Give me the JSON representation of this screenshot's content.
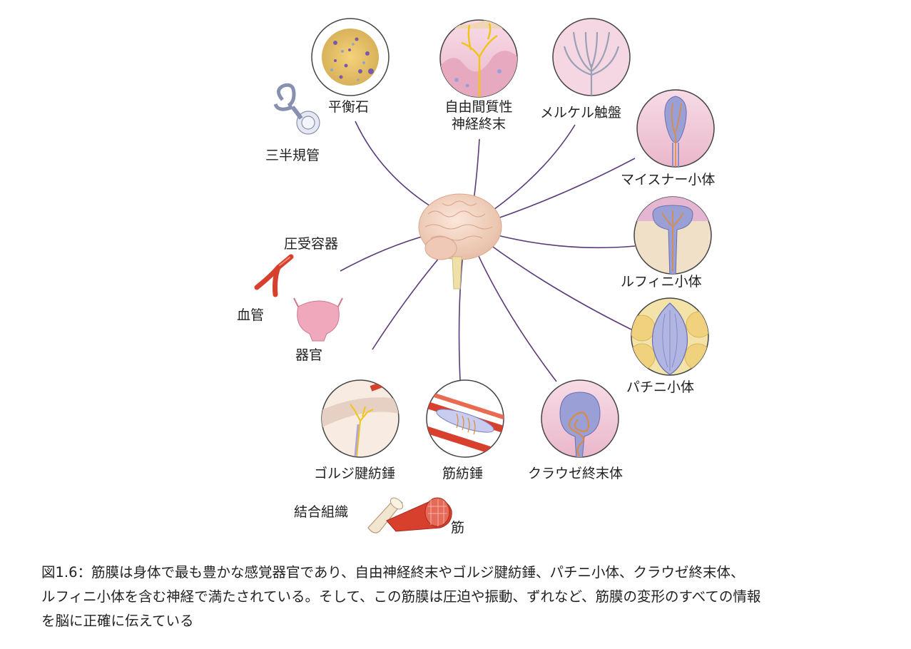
{
  "labels": {
    "otolith": "平衡石",
    "free_nerve_1": "自由間質性",
    "free_nerve_2": "神経終末",
    "merkel": "メルケル触盤",
    "semicircular": "三半規管",
    "meissner": "マイスナー小体",
    "baroreceptor": "圧受容器",
    "vessel": "血管",
    "organ": "器官",
    "ruffini": "ルフィニ小体",
    "pacini": "パチニ小体",
    "golgi": "ゴルジ腱紡錘",
    "spindle": "筋紡錘",
    "krause": "クラウゼ終末体",
    "connective": "結合組織",
    "muscle": "筋"
  },
  "caption": {
    "line1": "図1.6：筋膜は身体で最も豊かな感覚器官であり、自由神経終末やゴルジ腱紡錘、パチニ小体、クラウゼ終末体、",
    "line2": "ルフィニ小体を含む神経で満たされている。そして、この筋膜は圧迫や振動、ずれなど、筋膜の変形のすべての情報",
    "line3": "を脳に正確に伝えている"
  },
  "colors": {
    "nerve_line": "#5b3a7a",
    "skin_pink": "#f3c6d6",
    "brain": "#f2d2c0",
    "vessel_red": "#d8402e",
    "fat_yellow": "#f3e2a0",
    "capsule_blue": "#9aa0d6"
  }
}
